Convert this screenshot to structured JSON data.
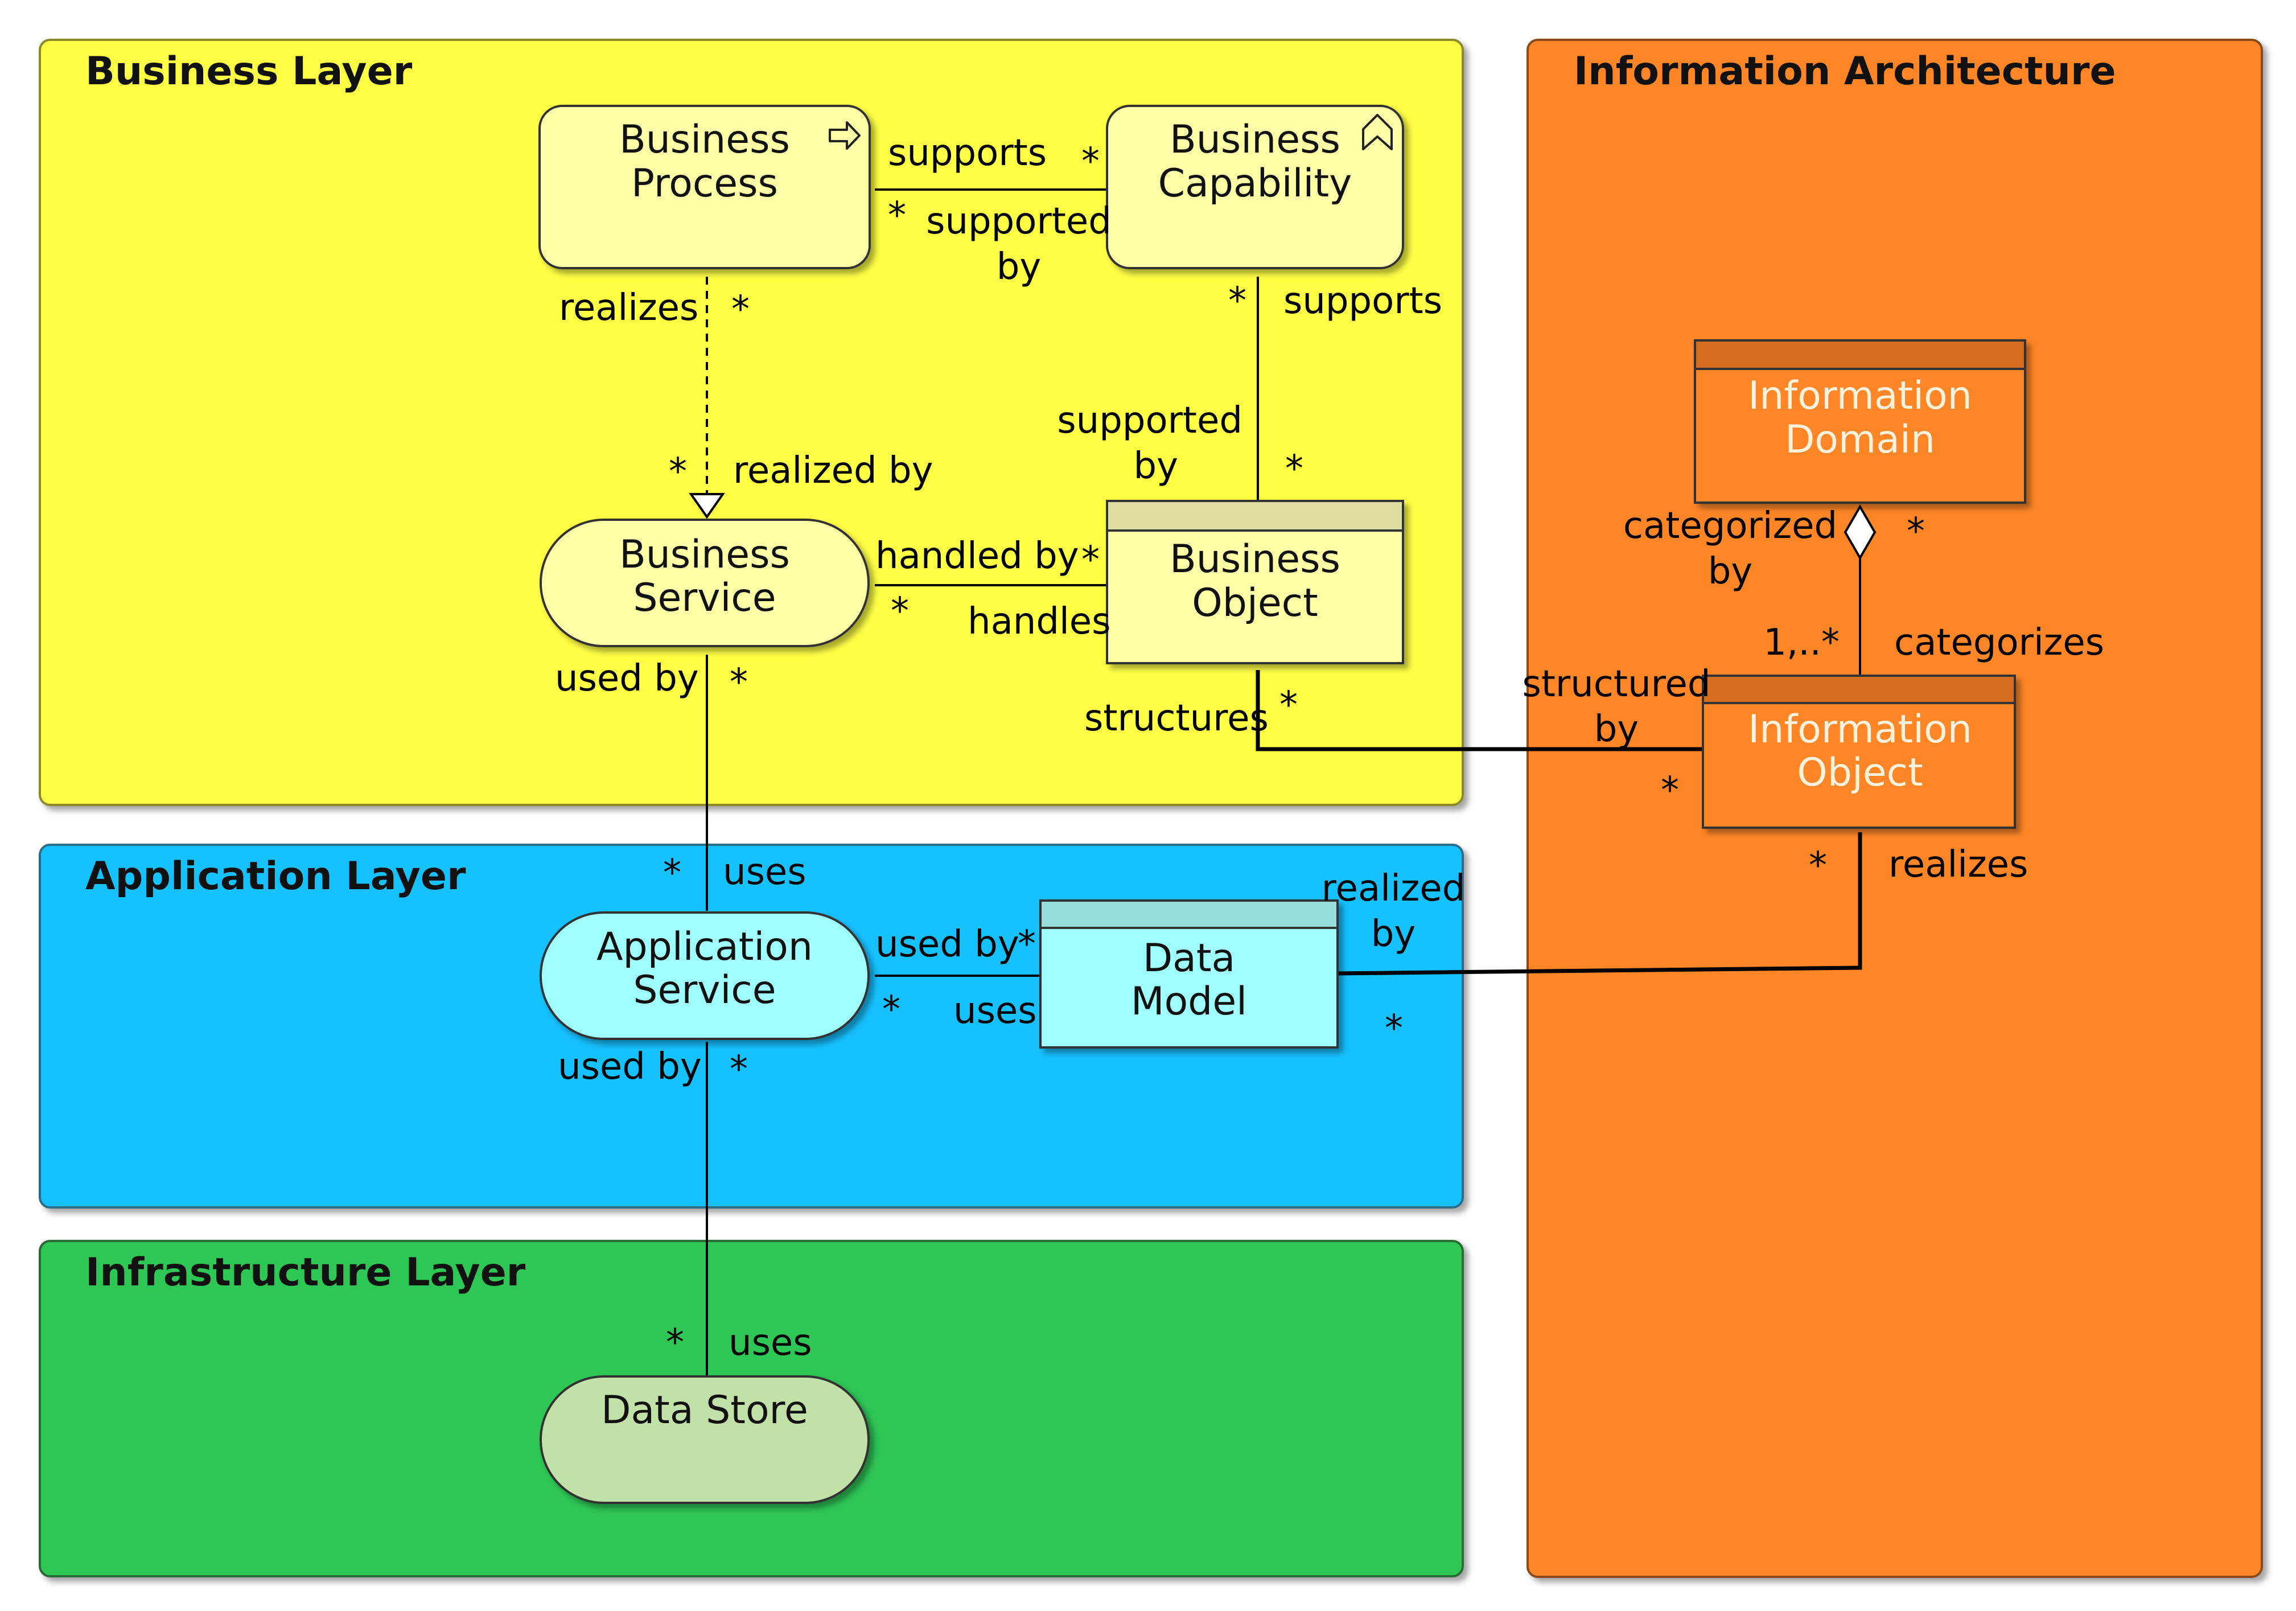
{
  "layers": {
    "business": "Business Layer",
    "application": "Application Layer",
    "infrastructure": "Infrastructure Layer",
    "information": "Information Architecture"
  },
  "nodes": {
    "business_process": [
      "Business",
      "Process"
    ],
    "business_capability": [
      "Business",
      "Capability"
    ],
    "business_service": [
      "Business",
      "Service"
    ],
    "business_object": [
      "Business",
      "Object"
    ],
    "application_service": [
      "Application",
      "Service"
    ],
    "data_model": [
      "Data",
      "Model"
    ],
    "data_store": "Data Store",
    "information_domain": [
      "Information",
      "Domain"
    ],
    "information_object": [
      "Information",
      "Object"
    ]
  },
  "relations": {
    "process_capability": {
      "supports": "supports",
      "mult_capability": "*",
      "mult_process": "*",
      "supported_by": [
        "supported",
        "by"
      ]
    },
    "process_service": {
      "realizes": "realizes",
      "mult_process": "*",
      "mult_service": "*",
      "realized_by": "realized by"
    },
    "capability_object": {
      "mult_capability": "*",
      "supports": "supports",
      "supported_by": [
        "supported",
        "by"
      ],
      "mult_object": "*"
    },
    "service_object": {
      "handled_by": "handled by",
      "mult_object": "*",
      "mult_service": "*",
      "handles": "handles"
    },
    "object_infoobject": {
      "structures": "structures",
      "mult_object": "*",
      "structured_by": [
        "structured",
        "by"
      ],
      "mult_infoobject": "*"
    },
    "domain_infoobject": {
      "categorized_by": [
        "categorized",
        "by"
      ],
      "mult_domain": "*",
      "mult_infoobject": "1,..*",
      "categorizes": "categorizes"
    },
    "bservice_appservice": {
      "used_by": "used by",
      "mult_bservice": "*",
      "mult_appservice": "*",
      "uses": "uses"
    },
    "appservice_datamodel": {
      "used_by": "used by",
      "mult_datamodel": "*",
      "mult_appservice": "*",
      "uses": "uses"
    },
    "datamodel_infoobject": {
      "realized_by": [
        "realized",
        "by"
      ],
      "mult_datamodel": "*",
      "mult_infoobject": "*",
      "realizes": "realizes"
    },
    "appservice_datastore": {
      "used_by": "used by",
      "mult_appservice": "*",
      "mult_datastore": "*",
      "uses": "uses"
    }
  },
  "colors": {
    "business_layer": "#ffff44",
    "application_layer": "#19c1ff",
    "infrastructure_layer": "#2fc655",
    "information_layer": "#ff8628",
    "business_element": "#ffffa8",
    "business_object_header": "#dedea0",
    "application_element": "#a0ffff",
    "data_model_header": "#95dedb",
    "data_store": "#c1e1a8",
    "information_element": "#ff8628",
    "information_header": "#d66e22"
  },
  "icons": [
    "process-arrow-icon",
    "capability-chevron-icon",
    "aggregation-diamond-icon",
    "realization-triangle-icon"
  ]
}
